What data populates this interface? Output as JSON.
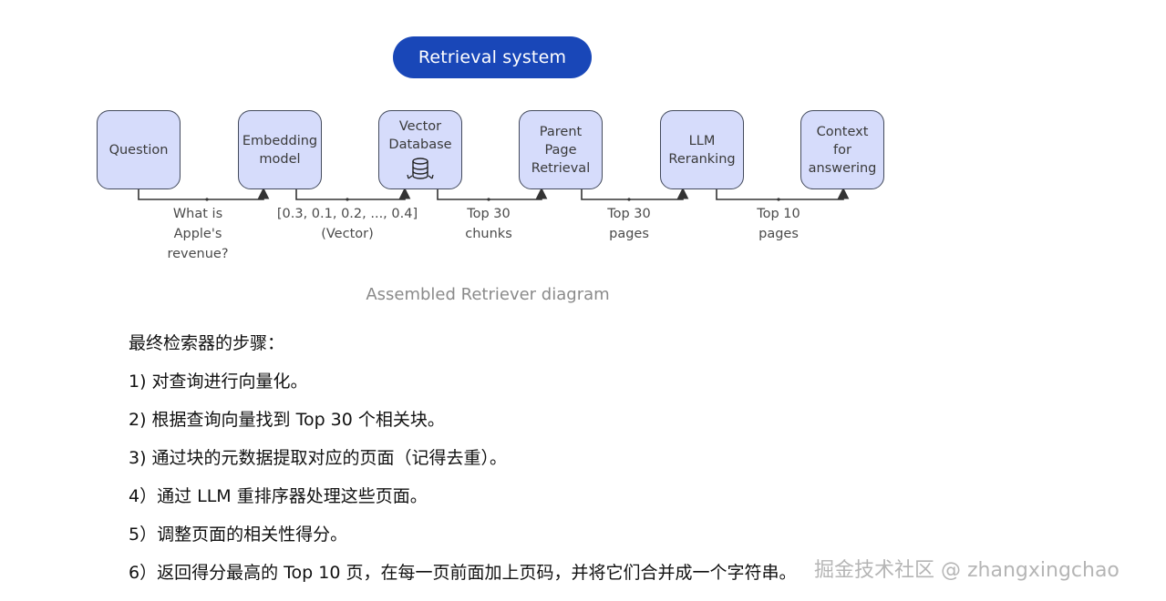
{
  "header": {
    "title": "Retrieval system"
  },
  "diagram": {
    "nodes": [
      {
        "label": "Question"
      },
      {
        "label": "Embedding\nmodel"
      },
      {
        "label": "Vector\nDatabase",
        "icon": "database-icon"
      },
      {
        "label": "Parent\nPage\nRetrieval"
      },
      {
        "label": "LLM\nReranking"
      },
      {
        "label": "Context\nfor\nanswering"
      }
    ],
    "edges": [
      {
        "label": "What is\nApple's\nrevenue?"
      },
      {
        "label": "[0.3, 0.1, 0.2, ..., 0.4]\n(Vector)"
      },
      {
        "label": "Top 30\nchunks"
      },
      {
        "label": "Top 30\npages"
      },
      {
        "label": "Top 10\npages"
      }
    ],
    "caption": "Assembled Retriever diagram",
    "colors": {
      "title_bg": "#1947b8",
      "node_fill": "#d6dcfb",
      "node_border": "#434a5c"
    }
  },
  "steps": {
    "heading": "最终检索器的步骤：",
    "items": [
      "1) 对查询进行向量化。",
      "2) 根据查询向量找到 Top 30 个相关块。",
      "3) 通过块的元数据提取对应的页面（记得去重）。",
      "4）通过 LLM 重排序器处理这些页面。",
      "5）调整页面的相关性得分。",
      "6）返回得分最高的 Top 10 页，在每一页前面加上页码，并将它们合并成一个字符串。"
    ]
  },
  "watermark": "掘金技术社区 @ zhangxingchao"
}
